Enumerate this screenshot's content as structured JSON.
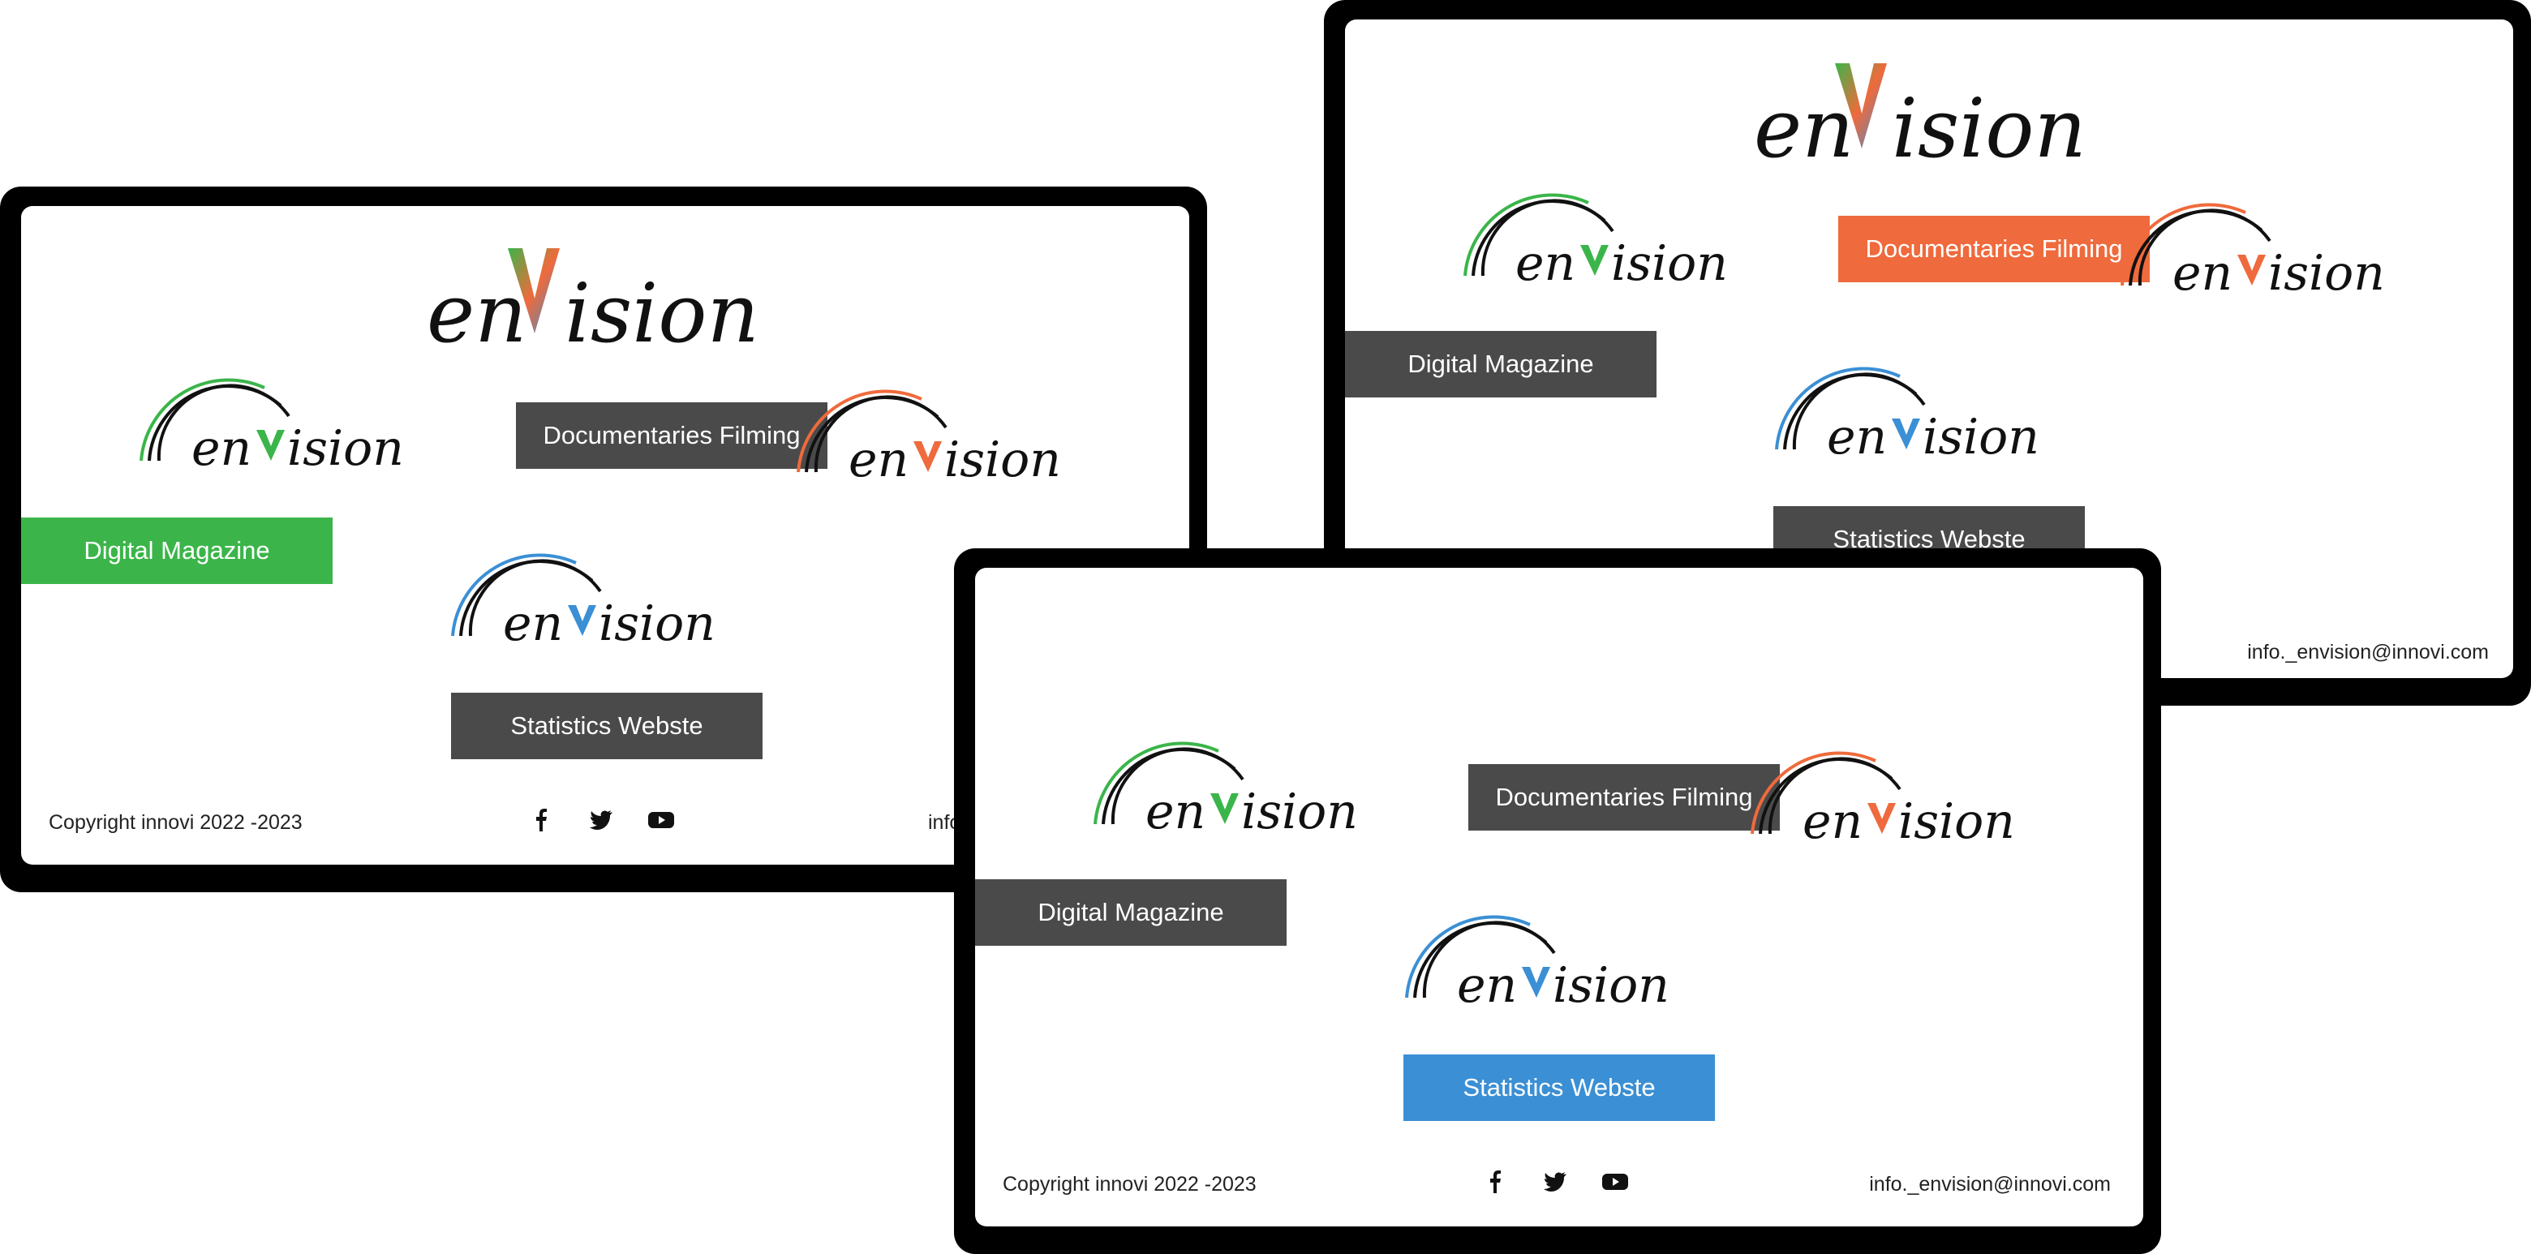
{
  "brand": {
    "logo_text_prefix": "en",
    "logo_text_suffix": "ision",
    "colors": {
      "green": "#3bb54a",
      "orange": "#ef6a3c",
      "blue": "#3b8fd4",
      "gray": "#4a4a4a",
      "ink": "#111111"
    }
  },
  "sections": {
    "digital_magazine": "Digital Magazine",
    "documentaries_filming": "Documentaries Filming",
    "statistics_website": "Statistics Webste"
  },
  "footer": {
    "copyright": "Copyright innovi 2022 -2023",
    "email": "info._envision@innovi.com",
    "email_cropped": "info",
    "social_icons": [
      "facebook-icon",
      "twitter-icon",
      "youtube-icon"
    ]
  },
  "screens": [
    {
      "name": "left-screen",
      "active_section": "digital_magazine"
    },
    {
      "name": "top-right-screen",
      "active_section": "documentaries_filming"
    },
    {
      "name": "bottom-center-screen",
      "active_section": "statistics_website"
    }
  ]
}
